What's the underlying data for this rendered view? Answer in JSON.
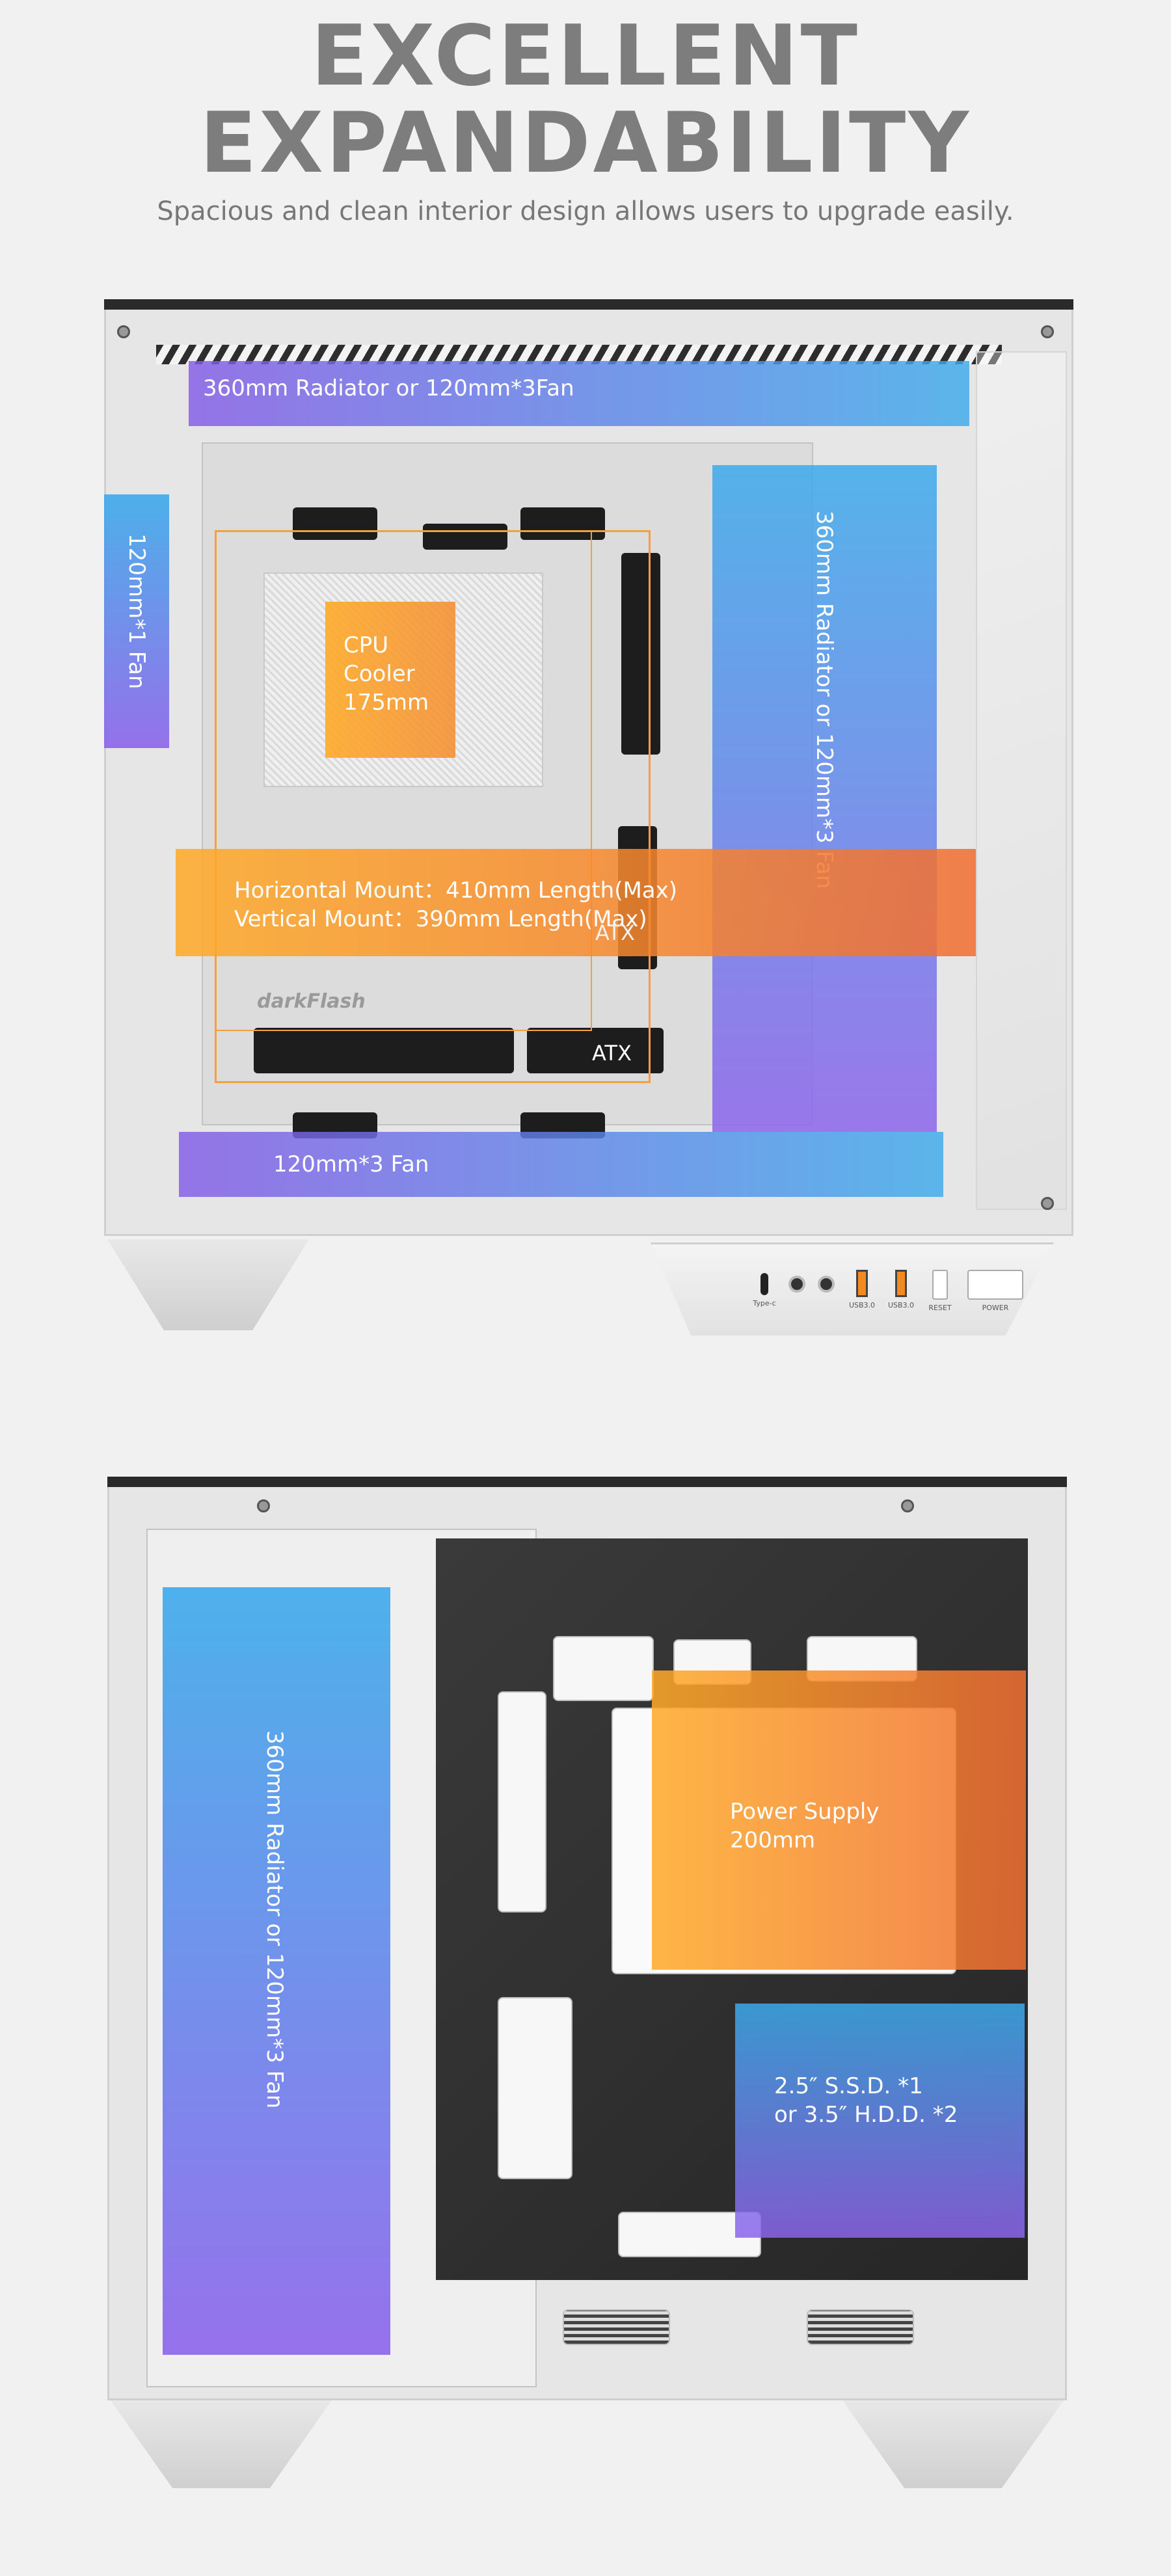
{
  "hero": {
    "title_line1": "EXCELLENT",
    "title_line2": "EXPANDABILITY",
    "subtitle": "Spacious and clean interior design allows users to upgrade easily."
  },
  "front_view": {
    "top_radiator": "360mm Radiator or 120mm*3Fan",
    "rear_fan": "120mm*1 Fan",
    "side_radiator": "360mm Radiator or 120mm*3 Fan",
    "cpu_cooler": [
      "CPU",
      "Cooler",
      "175mm"
    ],
    "gpu_horizontal": "Horizontal Mount：410mm Length(Max)",
    "gpu_vertical": "Vertical Mount：390mm Length(Max)",
    "atx_upper": "ATX",
    "atx_lower": "ATX",
    "bottom_fan": "120mm*3  Fan",
    "brand": "darkFlash",
    "io_labels": {
      "type_c": "Type-c",
      "mic": "",
      "headphone": "",
      "usb1": "USB3.0",
      "usb2": "USB3.0",
      "reset": "RESET",
      "power": "POWER"
    }
  },
  "back_view": {
    "side_radiator": "360mm Radiator or 120mm*3 Fan",
    "psu": [
      "Power Supply",
      "200mm"
    ],
    "storage": [
      "2.5″ S.S.D. *1",
      "or 3.5″ H.D.D. *2"
    ]
  },
  "colors": {
    "background": "#f1f1f1",
    "title": "#7d7d7d",
    "blue_gradient_start": "#3caaeb",
    "purple_gradient_end": "#8c64eb",
    "orange_start": "#ffaa28",
    "orange_end": "#f06e32"
  }
}
